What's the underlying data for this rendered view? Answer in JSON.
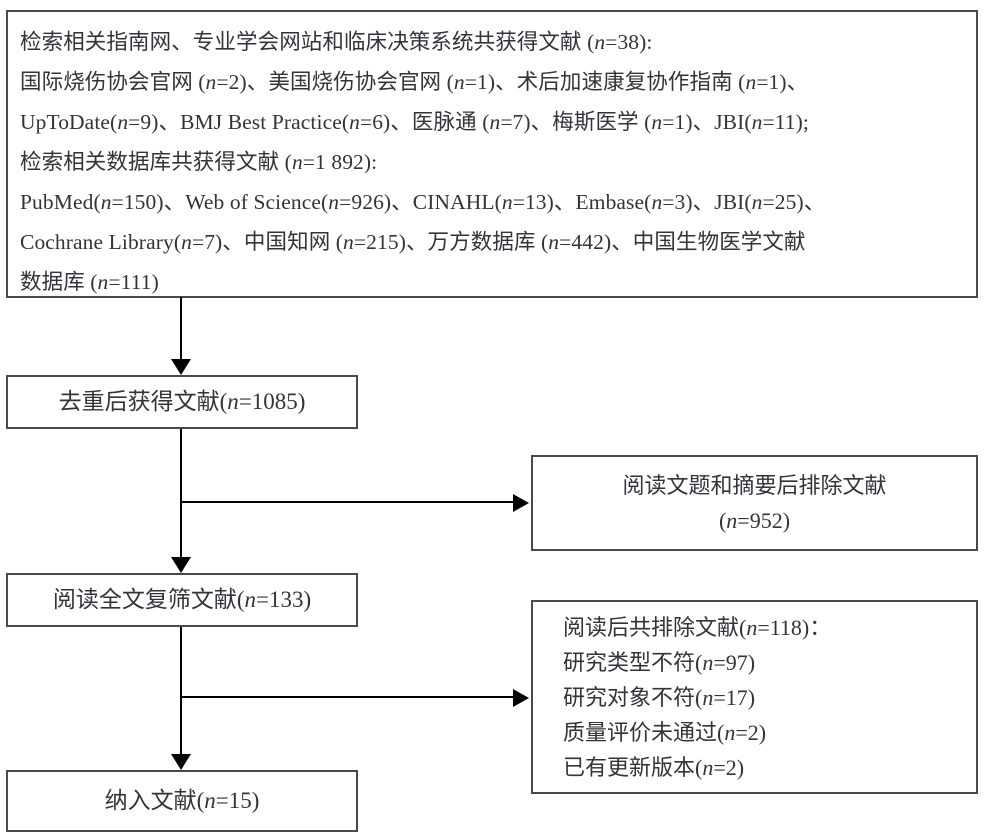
{
  "figure": {
    "type": "prisma-flow-diagram",
    "language": "zh-CN",
    "colors": {
      "box_border": "#4a4a4a",
      "connector": "#000000",
      "text": "#33333a",
      "background": "#ffffff"
    }
  },
  "sources_box": {
    "name": "search-sources-box",
    "lines": [
      "检索相关指南网、专业学会网站和临床决策系统共获得文献 (n=38):",
      "国际烧伤协会官网 (n=2)、美国烧伤协会官网 (n=1)、术后加速康复协作指南 (n=1)、",
      "UpToDate(n=9)、BMJ Best Practice(n=6)、医脉通 (n=7)、梅斯医学 (n=1)、JBI(n=11);",
      "检索相关数据库共获得文献 (n=1 892):",
      "PubMed(n=150)、Web of Science(n=926)、CINAHL(n=13)、Embase(n=3)、JBI(n=25)、",
      "Cochrane Library(n=7)、中国知网 (n=215)、万方数据库 (n=442)、中国生物医学文献",
      "数据库 (n=111)"
    ],
    "text": "检索相关指南网、专业学会网站和临床决策系统共获得文献 (n=38):\n国际烧伤协会官网 (n=2)、美国烧伤协会官网 (n=1)、术后加速康复协作指南 (n=1)、\nUpToDate(n=9)、BMJ Best Practice(n=6)、医脉通 (n=7)、梅斯医学 (n=1)、JBI(n=11);\n检索相关数据库共获得文献 (n=1 892):\nPubMed(n=150)、Web of Science(n=926)、CINAHL(n=13)、Embase(n=3)、JBI(n=25)、\nCochrane Library(n=7)、中国知网 (n=215)、万方数据库 (n=442)、中国生物医学文献\n数据库 (n=111)",
    "guideline_total": 38,
    "database_total": "1 892",
    "guideline_sources": [
      {
        "label": "国际烧伤协会官网",
        "n": 2
      },
      {
        "label": "美国烧伤协会官网",
        "n": 1
      },
      {
        "label": "术后加速康复协作指南",
        "n": 1
      },
      {
        "label": "UpToDate",
        "n": 9
      },
      {
        "label": "BMJ Best Practice",
        "n": 6
      },
      {
        "label": "医脉通",
        "n": 7
      },
      {
        "label": "梅斯医学",
        "n": 1
      },
      {
        "label": "JBI",
        "n": 11
      }
    ],
    "database_sources": [
      {
        "label": "PubMed",
        "n": 150
      },
      {
        "label": "Web of Science",
        "n": 926
      },
      {
        "label": "CINAHL",
        "n": 13
      },
      {
        "label": "Embase",
        "n": 3
      },
      {
        "label": "JBI",
        "n": 25
      },
      {
        "label": "Cochrane Library",
        "n": 7
      },
      {
        "label": "中国知网",
        "n": 215
      },
      {
        "label": "万方数据库",
        "n": 442
      },
      {
        "label": "中国生物医学文献数据库",
        "n": 111
      }
    ]
  },
  "dedup_box": {
    "name": "deduplicated-records-box",
    "text": "去重后获得文献(n=1085)",
    "label": "去重后获得文献",
    "n": 1085
  },
  "excluded_abstract_box": {
    "name": "excluded-after-title-abstract-box",
    "text": "阅读文题和摘要后排除文献\n(n=952)",
    "line1": "阅读文题和摘要后排除文献",
    "line2": "(n=952)",
    "n": 952
  },
  "fulltext_box": {
    "name": "fulltext-screened-box",
    "text": "阅读全文复筛文献(n=133)",
    "label": "阅读全文复筛文献",
    "n": 133
  },
  "excluded_fulltext_box": {
    "name": "excluded-after-fulltext-box",
    "header": "阅读后共排除文献(n=118)：",
    "total_n": 118,
    "reasons": [
      {
        "label": "研究类型不符(n=97)",
        "reason": "研究类型不符",
        "n": 97
      },
      {
        "label": "研究对象不符(n=17)",
        "reason": "研究对象不符",
        "n": 17
      },
      {
        "label": "质量评价未通过(n=2)",
        "reason": "质量评价未通过",
        "n": 2
      },
      {
        "label": "已有更新版本(n=2)",
        "reason": "已有更新版本",
        "n": 2
      }
    ]
  },
  "included_box": {
    "name": "included-studies-box",
    "text": "纳入文献(n=15)",
    "label": "纳入文献",
    "n": 15
  }
}
